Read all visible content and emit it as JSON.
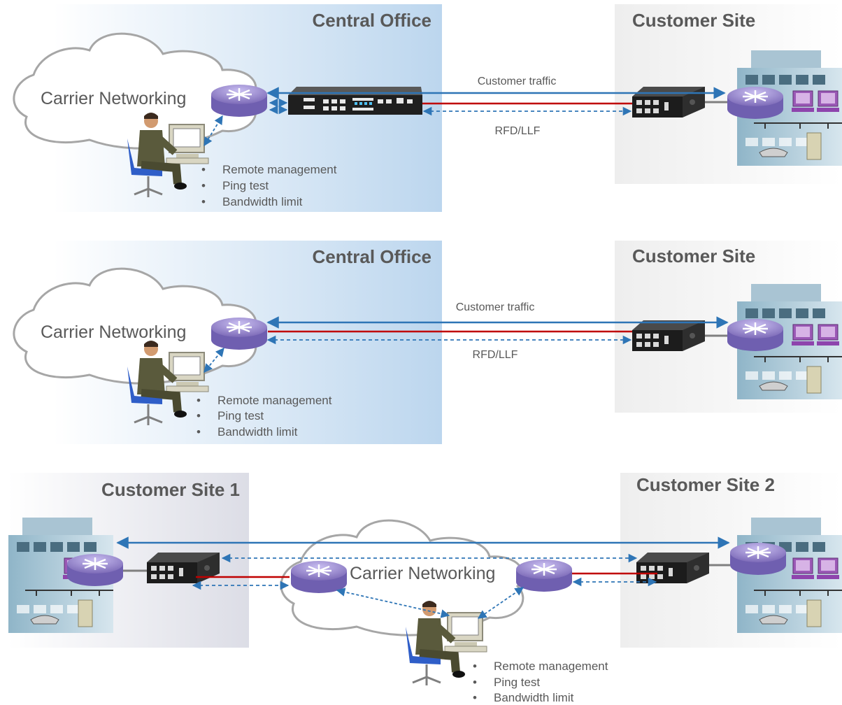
{
  "panels": [
    {
      "central_office_title": "Central Office",
      "customer_site_title": "Customer Site",
      "cloud_label": "Carrier Networking",
      "traffic_label": "Customer traffic",
      "rfd_label": "RFD/LLF",
      "features": [
        "Remote management",
        "Ping test",
        "Bandwidth limit"
      ]
    },
    {
      "central_office_title": "Central Office",
      "customer_site_title": "Customer Site",
      "cloud_label": "Carrier Networking",
      "traffic_label": "Customer traffic",
      "rfd_label": "RFD/LLF",
      "features": [
        "Remote management",
        "Ping test",
        "Bandwidth limit"
      ]
    },
    {
      "site1_title": "Customer Site 1",
      "site2_title": "Customer Site 2",
      "cloud_label": "Carrier Networking",
      "features": [
        "Remote management",
        "Ping test",
        "Bandwidth limit"
      ]
    }
  ],
  "colors": {
    "traffic_line": "#2e75b6",
    "fault_line": "#c00000",
    "management_line": "#2e75b6",
    "router": "#8e7cc3",
    "central_office_bg": "#c5dcf0",
    "customer_site_bg": "#e6e6e6"
  },
  "icons": [
    "cloud-icon",
    "router-icon",
    "operator-icon",
    "chassis-icon",
    "converter-icon",
    "building-icon"
  ]
}
